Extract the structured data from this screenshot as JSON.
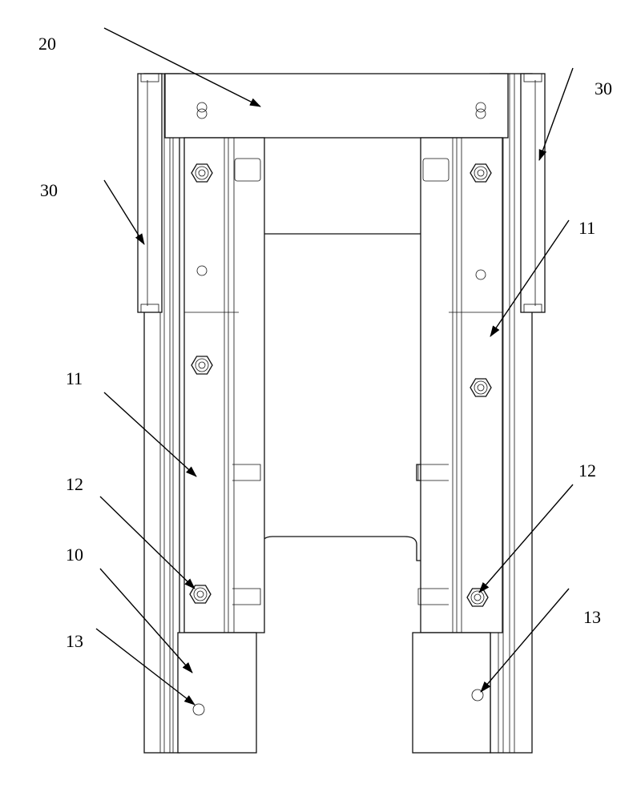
{
  "figure": {
    "labels": {
      "plate_top": "20",
      "slide_right_top": "30",
      "slide_left_top": "30",
      "rail_right": "11",
      "rail_left": "11",
      "nut_left": "12",
      "nut_right": "12",
      "base_left": "10",
      "hole_left": "13",
      "hole_right": "13"
    }
  }
}
